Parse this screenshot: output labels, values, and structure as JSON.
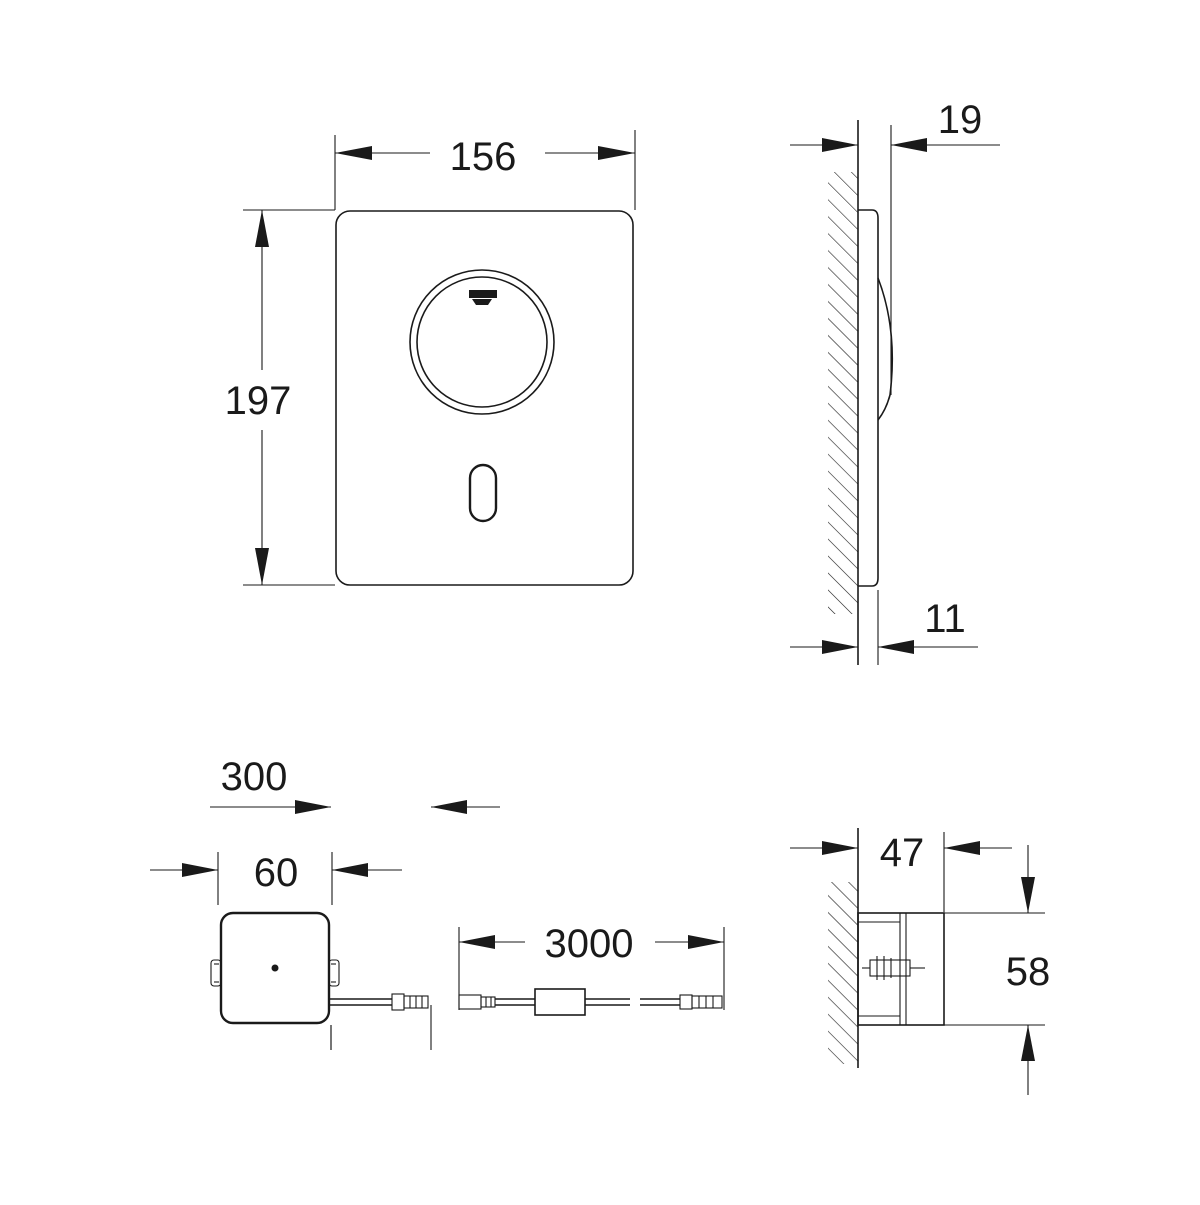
{
  "front_view": {
    "width_label": "156",
    "height_label": "197"
  },
  "side_view": {
    "depth_total_label": "19",
    "depth_plate_label": "11"
  },
  "power_box": {
    "width_label": "60",
    "cable_label": "300"
  },
  "extension_cable": {
    "length_label": "3000"
  },
  "box_side_view": {
    "depth_label": "47",
    "height_label": "58"
  },
  "colors": {
    "line": "#1a1a1a",
    "background": "#ffffff"
  }
}
